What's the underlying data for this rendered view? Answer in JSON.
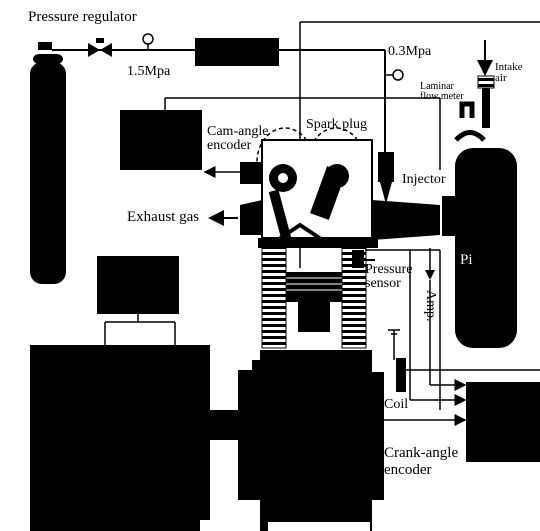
{
  "labels": {
    "pressure_regulator": "Pressure regulator",
    "supply_pressure": "1.5Mpa",
    "injection_pressure": "0.3Mpa",
    "intake_air": "Intake\nair",
    "laminar_flow_meter": "Laminar\nflow meter",
    "cam_angle_encoder": "Cam-angle\nencoder",
    "spark_plug": "Spark plug",
    "injector": "Injector",
    "exhaust_gas": "Exhaust gas",
    "pressure_sensor": "Pressure\nsensor",
    "amp": "Amp.",
    "pi": "Pi",
    "coil": "Coil",
    "crank_angle_encoder": "Crank-angle\nencoder"
  }
}
